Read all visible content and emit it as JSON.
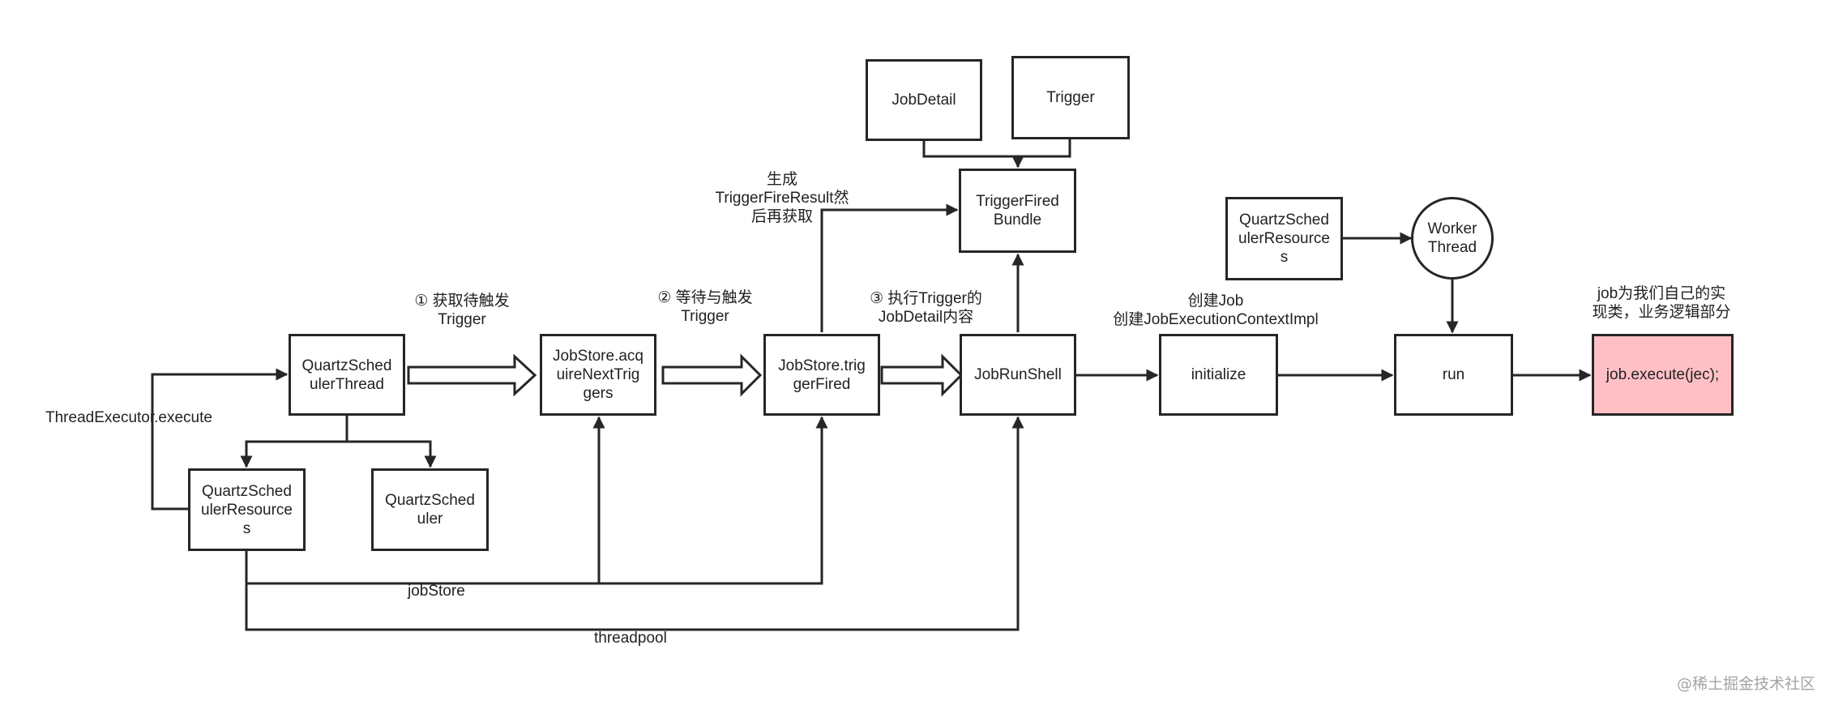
{
  "nodes": {
    "qst": "QuartzSched\nulerThread",
    "acquire": "JobStore.acq\nuireNextTrig\ngers",
    "fired": "JobStore.trig\ngerFired",
    "shell": "JobRunShell",
    "init": "initialize",
    "run": "run",
    "execute": "job.execute(jec);",
    "resources": "QuartzSched\nulerResource\ns",
    "scheduler": "QuartzSched\nuler",
    "jobdetail": "JobDetail",
    "trigger": "Trigger",
    "bundle": "TriggerFired\nBundle",
    "resources2": "QuartzSched\nulerResource\ns",
    "worker": "Worker\nThread"
  },
  "labels": {
    "step1": "① 获取待触发\nTrigger",
    "step2": "② 等待与触发\nTrigger",
    "step3": "③ 执行Trigger的\nJobDetail内容",
    "generate": "生成\nTriggerFireResult然\n后再获取",
    "create_job": "创建Job\n创建JobExecutionContextImpl",
    "job_desc": "job为我们自己的实\n现类，业务逻辑部分",
    "thread_executor": "ThreadExecutor.execute",
    "jobstore": "jobStore",
    "threadpool": "threadpool"
  },
  "watermark": "@稀土掘金技术社区",
  "colors": {
    "stroke": "#262626",
    "highlight": "#ffc0c5",
    "watermark": "#a3a3a3"
  }
}
